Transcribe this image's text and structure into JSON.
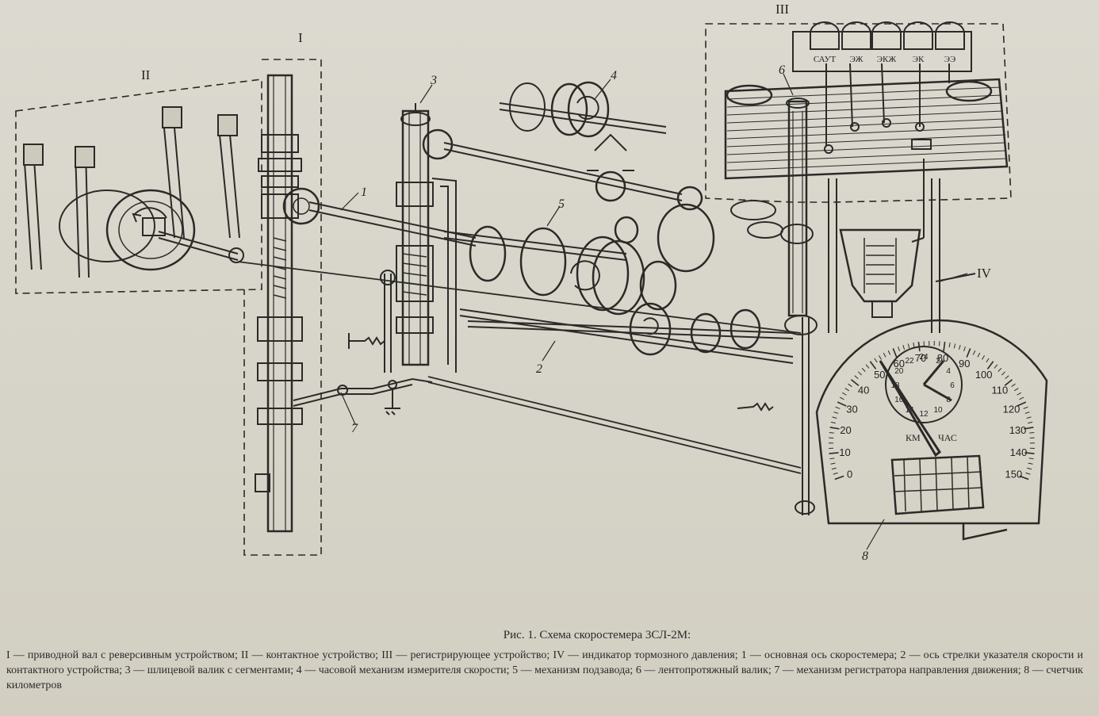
{
  "labels": {
    "block_I": "I",
    "block_II": "II",
    "block_III": "III",
    "block_IV": "IV",
    "n1": "1",
    "n2": "2",
    "n3": "3",
    "n4": "4",
    "n5": "5",
    "n6": "6",
    "n7": "7",
    "n8": "8"
  },
  "register_keys": [
    "САУТ",
    "ЭЖ",
    "ЭКЖ",
    "ЭК",
    "ЭЭ"
  ],
  "dial": {
    "speed_ticks": [
      "0",
      "10",
      "20",
      "30",
      "40",
      "50",
      "60",
      "70",
      "80",
      "90",
      "100",
      "110",
      "120",
      "130",
      "140",
      "150"
    ],
    "clock_ticks": [
      "24",
      "2",
      "4",
      "6",
      "8",
      "10",
      "12",
      "14",
      "16",
      "18",
      "20",
      "22"
    ],
    "unit_left": "КМ",
    "unit_right": "ЧАС"
  },
  "caption": {
    "title": "Рис. 1. Схема скоростемера 3СЛ-2М:",
    "body": "I — приводной вал с реверсивным устройством; II — контактное устройство; III — регистрирующее устройство; IV — индикатор тормозного давления; 1 — основная ось скоростемера; 2 — ось стрелки указателя скорости и контактного устройства; 3 — шлицевой валик с сегментами; 4 — часовой механизм измерителя скорости; 5 — механизм подзавода; 6 — лентопротяжный валик; 7 — механизм регистратора направления движения; 8 — счетчик километров"
  },
  "colors": {
    "paper": "#d9d7cc",
    "ink": "#2b2a28"
  }
}
